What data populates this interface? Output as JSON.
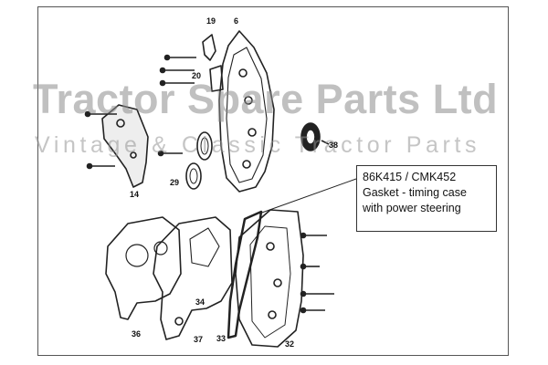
{
  "watermark": {
    "title": "Tractor Spare Parts Ltd",
    "subtitle": "Vintage & Classic Tractor Parts"
  },
  "callout": {
    "part_numbers": "86K415 / CMK452",
    "line1": "Gasket - timing case",
    "line2": "with power steering"
  },
  "part_labels": {
    "p19": "19",
    "p6": "6",
    "p20": "20",
    "p14": "14",
    "p29": "29",
    "p38": "38",
    "p34": "34",
    "p36": "36",
    "p37": "37",
    "p33": "33",
    "p32": "32"
  },
  "colors": {
    "line": "#222222",
    "watermark": "#8c8c8c"
  }
}
